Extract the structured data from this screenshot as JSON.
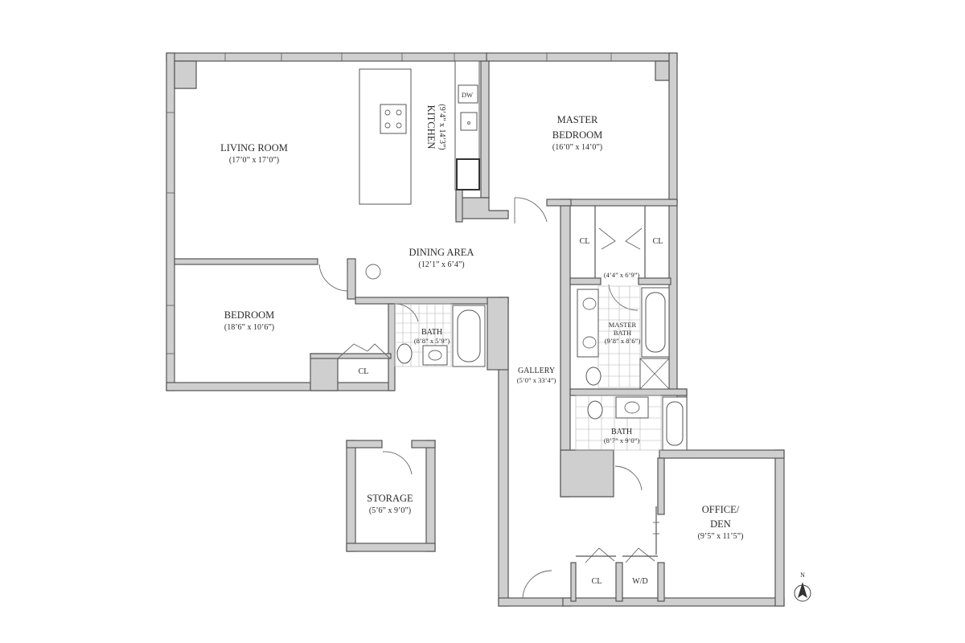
{
  "rooms": {
    "living_room": {
      "name": "LIVING ROOM",
      "dims": "(17’0” x 17’0”)"
    },
    "kitchen": {
      "name": "KITCHEN",
      "dims": "(9’4” x 14’3”)",
      "appliance": "DW"
    },
    "master_bedroom": {
      "name_line1": "MASTER",
      "name_line2": "BEDROOM",
      "dims": "(16’0” x 14’0”)"
    },
    "dining_area": {
      "name": "DINING AREA",
      "dims": "(12’1” x 6’4”)"
    },
    "bedroom": {
      "name": "BEDROOM",
      "dims": "(18’6” x 10’6”)"
    },
    "bath_small": {
      "name": "BATH",
      "dims": "(8’8” x 5’9”)"
    },
    "closet_bedroom": {
      "name": "CL"
    },
    "master_closet_left": {
      "name": "CL"
    },
    "master_closet_right": {
      "name": "CL"
    },
    "master_closet_dims": "(4’4” x 6’9”)",
    "master_bath": {
      "name_line1": "MASTER",
      "name_line2": "BATH",
      "dims": "(9’8” x 8’6”)"
    },
    "gallery": {
      "name": "GALLERY",
      "dims": "(5’0” x 33’4”)"
    },
    "bath2": {
      "name": "BATH",
      "dims": "(8’7” x 9’0”)"
    },
    "storage": {
      "name": "STORAGE",
      "dims": "(5’6” x 9’0”)"
    },
    "office": {
      "name_line1": "OFFICE/",
      "name_line2": "DEN",
      "dims": "(9’5” x 11’5”)"
    },
    "closet_gallery": {
      "name": "CL"
    },
    "washer_dryer": {
      "name": "W/D"
    }
  },
  "compass": {
    "label": "N",
    "icon": "north-arrow-icon"
  },
  "colors": {
    "wall_fill": "#cfcfcf",
    "wall_stroke": "#555555",
    "background": "#ffffff"
  }
}
